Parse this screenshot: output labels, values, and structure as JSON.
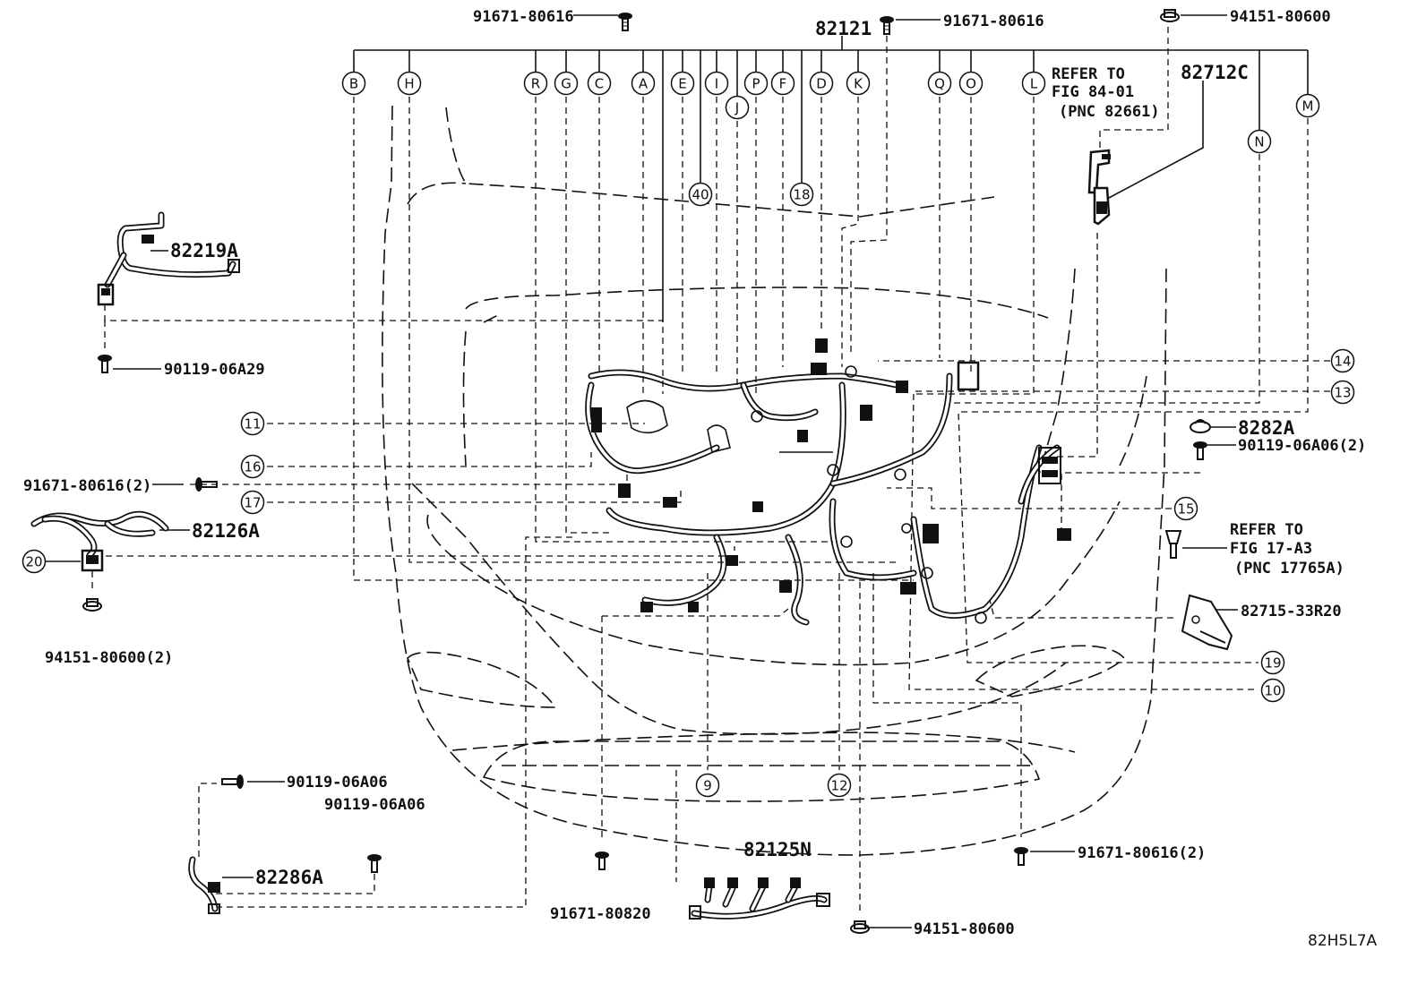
{
  "diagram": {
    "main_part": "82121",
    "diagram_code": "82H5L7A",
    "connector_letters": [
      "B",
      "H",
      "R",
      "G",
      "C",
      "A",
      "E",
      "I",
      "J",
      "P",
      "F",
      "D",
      "K",
      "Q",
      "O",
      "L",
      "N",
      "M"
    ],
    "callout_numbers": [
      "40",
      "18",
      "14",
      "13",
      "11",
      "16",
      "17",
      "15",
      "20",
      "19",
      "10",
      "9",
      "12"
    ],
    "part_labels": {
      "bolt_top_left": "91671-80616",
      "bolt_top_center": "91671-80616",
      "nut_top_right": "94151-80600",
      "p82712c": "82712C",
      "p82219a": "82219A",
      "bolt_90119_06a29": "90119-06A29",
      "p8282a": "8282A",
      "bolt_90119_06a06_2": "90119-06A06(2)",
      "bolt_91671_80616_2_left": "91671-80616(2)",
      "p82126a": "82126A",
      "nut_94151_80600_2": "94151-80600(2)",
      "p82715_33r20": "82715-33R20",
      "bolt_90119_06a06_a": "90119-06A06",
      "bolt_90119_06a06_b": "90119-06A06",
      "p82286a": "82286A",
      "p82125n": "82125N",
      "bolt_91671_80820": "91671-80820",
      "bolt_91671_80616_2_right": "91671-80616(2)",
      "nut_94151_80600_bottom": "94151-80600"
    },
    "refer_notes": {
      "fig84": {
        "line1": "REFER TO",
        "line2": "FIG 84-01",
        "line3": "(PNC 82661)"
      },
      "fig17": {
        "line1": "REFER TO",
        "line2": "FIG 17-A3",
        "line3": "(PNC 17765A)"
      }
    }
  }
}
